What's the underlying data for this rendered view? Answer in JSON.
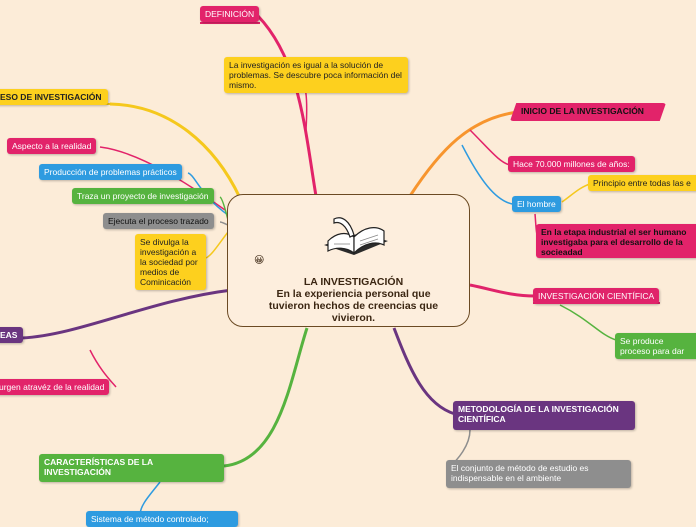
{
  "center": {
    "title": "LA INVESTIGACIÓN\nEn la experiencia personal que tuvieron hechos de creencias que vivieron.",
    "icon": "open-book-icon",
    "emoji": "😀"
  },
  "nodes": {
    "definicion": "DEFINICIÓN",
    "definicion_text": "La investigación es igual a la solución de problemas. Se descubre poca información del mismo.",
    "proceso": "ESO DE INVESTIGACIÓN",
    "aspecto": "Aspecto a la realidad",
    "produccion": "Producción de problemas prácticos",
    "traza": "Traza un proyecto de investigación",
    "ejecuta": "Ejecuta el proceso trazado",
    "divulga": "Se divulga la investigación a la sociedad por medios de Cominicación",
    "ideas": "EAS",
    "surgen": "urgen atravéz de la realidad",
    "caracteristicas": "CARACTERÍSTICAS DE LA INVESTIGACIÓN",
    "sistema": "Sistema de método controlado;",
    "inicio": "INICIO DE LA INVESTIGACIÓN",
    "hace": "Hace 70.000 millones de años:",
    "hombre": "El hombre",
    "principio": "Principio entre todas las e",
    "etapa": "En la etapa industrial el ser humano investigaba para el desarrollo de la socieadad",
    "investigacion_cientifica": "INVESTIGACIÓN CIENTÍFICA",
    "produce": "Se produce proceso para dar nuevos co",
    "metodologia": "METODOLOGÍA DE LA INVESTIGACIÓN CIENTÍFICA",
    "conjunto": "El conjunto de método de estudio es indispensable en el ambiente"
  },
  "colors": {
    "background": "#fcecd8",
    "definicion_branch": "#e2236a",
    "proceso_branch": "#f5c81d",
    "inicio_branch": "#f7952e",
    "cientifica_branch": "#e0236a",
    "metodologia_branch": "#6a3580",
    "caracteristicas_branch": "#56b33f",
    "ideas_branch": "#6a3580"
  }
}
